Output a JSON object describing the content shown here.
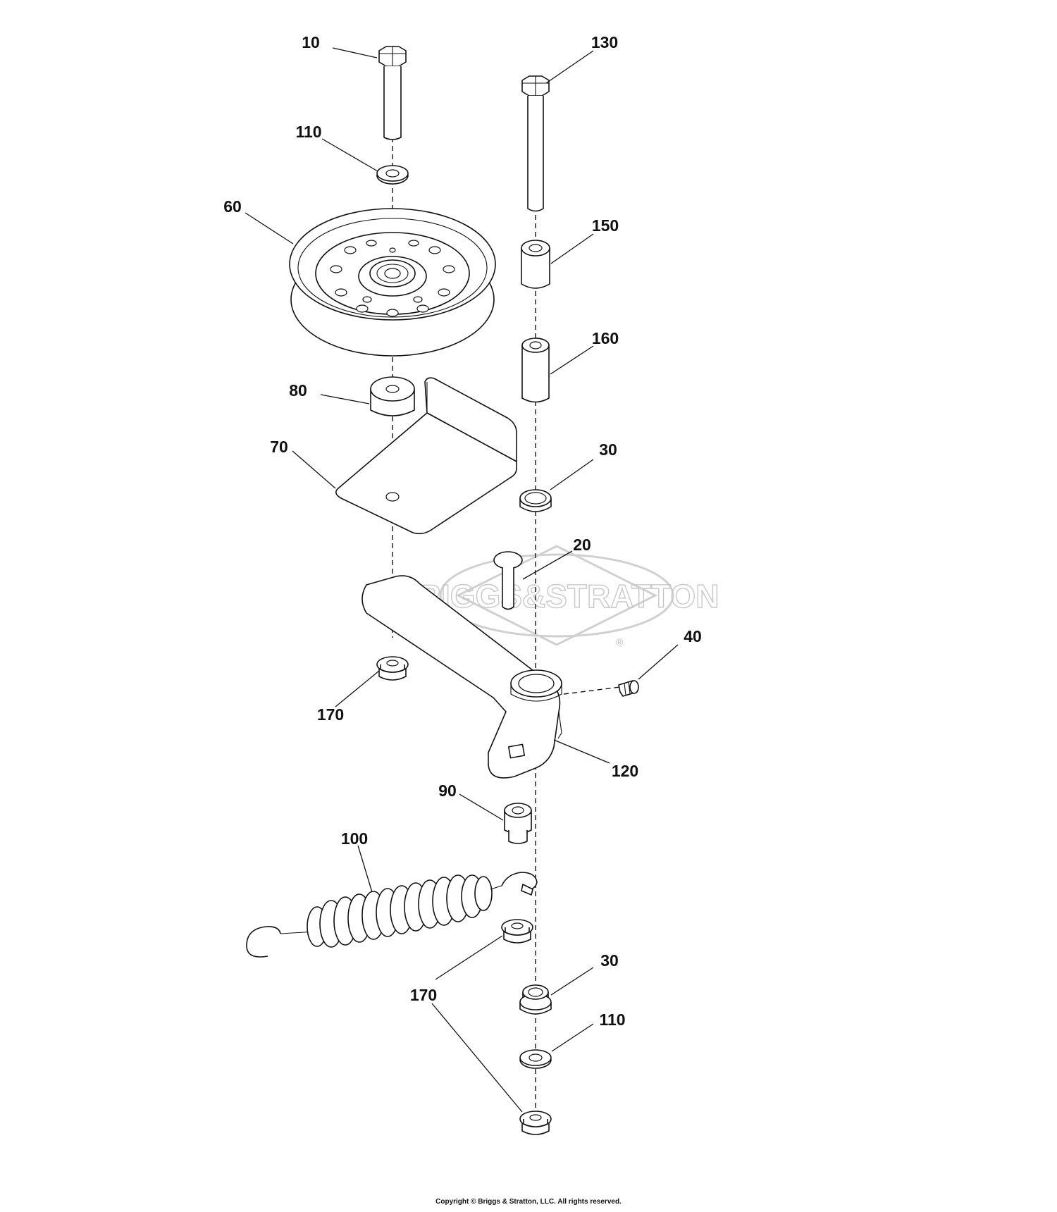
{
  "watermark": {
    "text": "BRIGGS&STRATTON",
    "mark": "®"
  },
  "callouts": {
    "c10": "10",
    "c130": "130",
    "c110_top": "110",
    "c60": "60",
    "c150": "150",
    "c160": "160",
    "c80": "80",
    "c70": "70",
    "c30_top": "30",
    "c20": "20",
    "c40": "40",
    "c170_upper": "170",
    "c120": "120",
    "c90": "90",
    "c100": "100",
    "c30_bottom": "30",
    "c110_bottom": "110",
    "c170_lower": "170"
  },
  "footer": {
    "copyright": "Copyright © Briggs & Stratton, LLC. All rights reserved."
  },
  "colors": {
    "line": "#111111",
    "watermark": "#c8c8c8",
    "background": "#ffffff"
  }
}
